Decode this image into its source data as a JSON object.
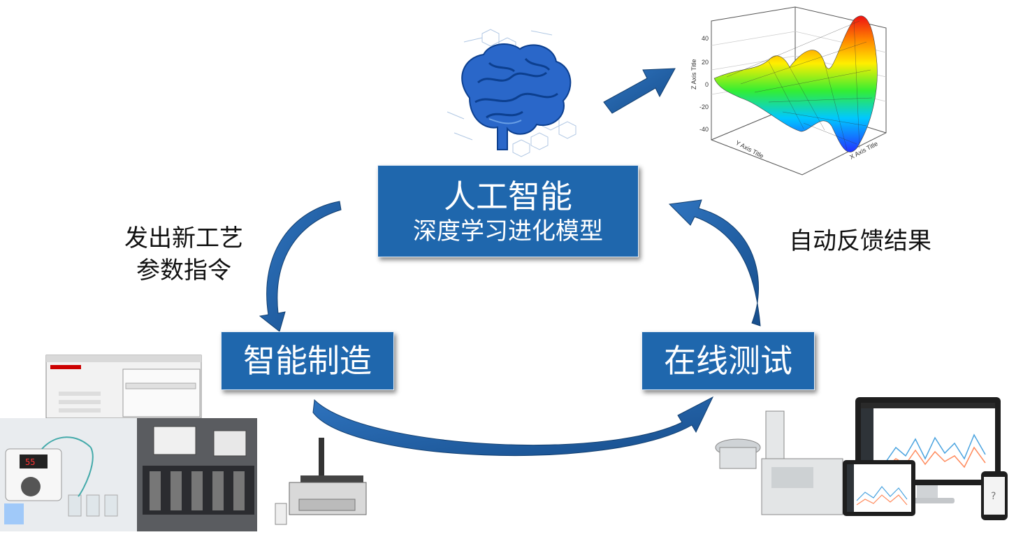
{
  "diagram": {
    "center_box": {
      "title": "人工智能",
      "subtitle": "深度学习进化模型"
    },
    "left_box": {
      "title": "智能制造"
    },
    "right_box": {
      "title": "在线测试"
    },
    "left_label": {
      "line1": "发出新工艺",
      "line2": "参数指令"
    },
    "right_label": {
      "line1": "自动反馈结果"
    }
  },
  "plot3d": {
    "z_axis_title": "Z Axis Title",
    "y_axis_title": "Y Axis Title",
    "x_axis_title": "X Axis Title",
    "z_ticks": [
      "40",
      "20",
      "0",
      "-20",
      "-40"
    ]
  },
  "colors": {
    "box_fill": "#1f67ad",
    "arrow_fill": "#1d5fa3",
    "brain_blue": "#2a67c9"
  }
}
